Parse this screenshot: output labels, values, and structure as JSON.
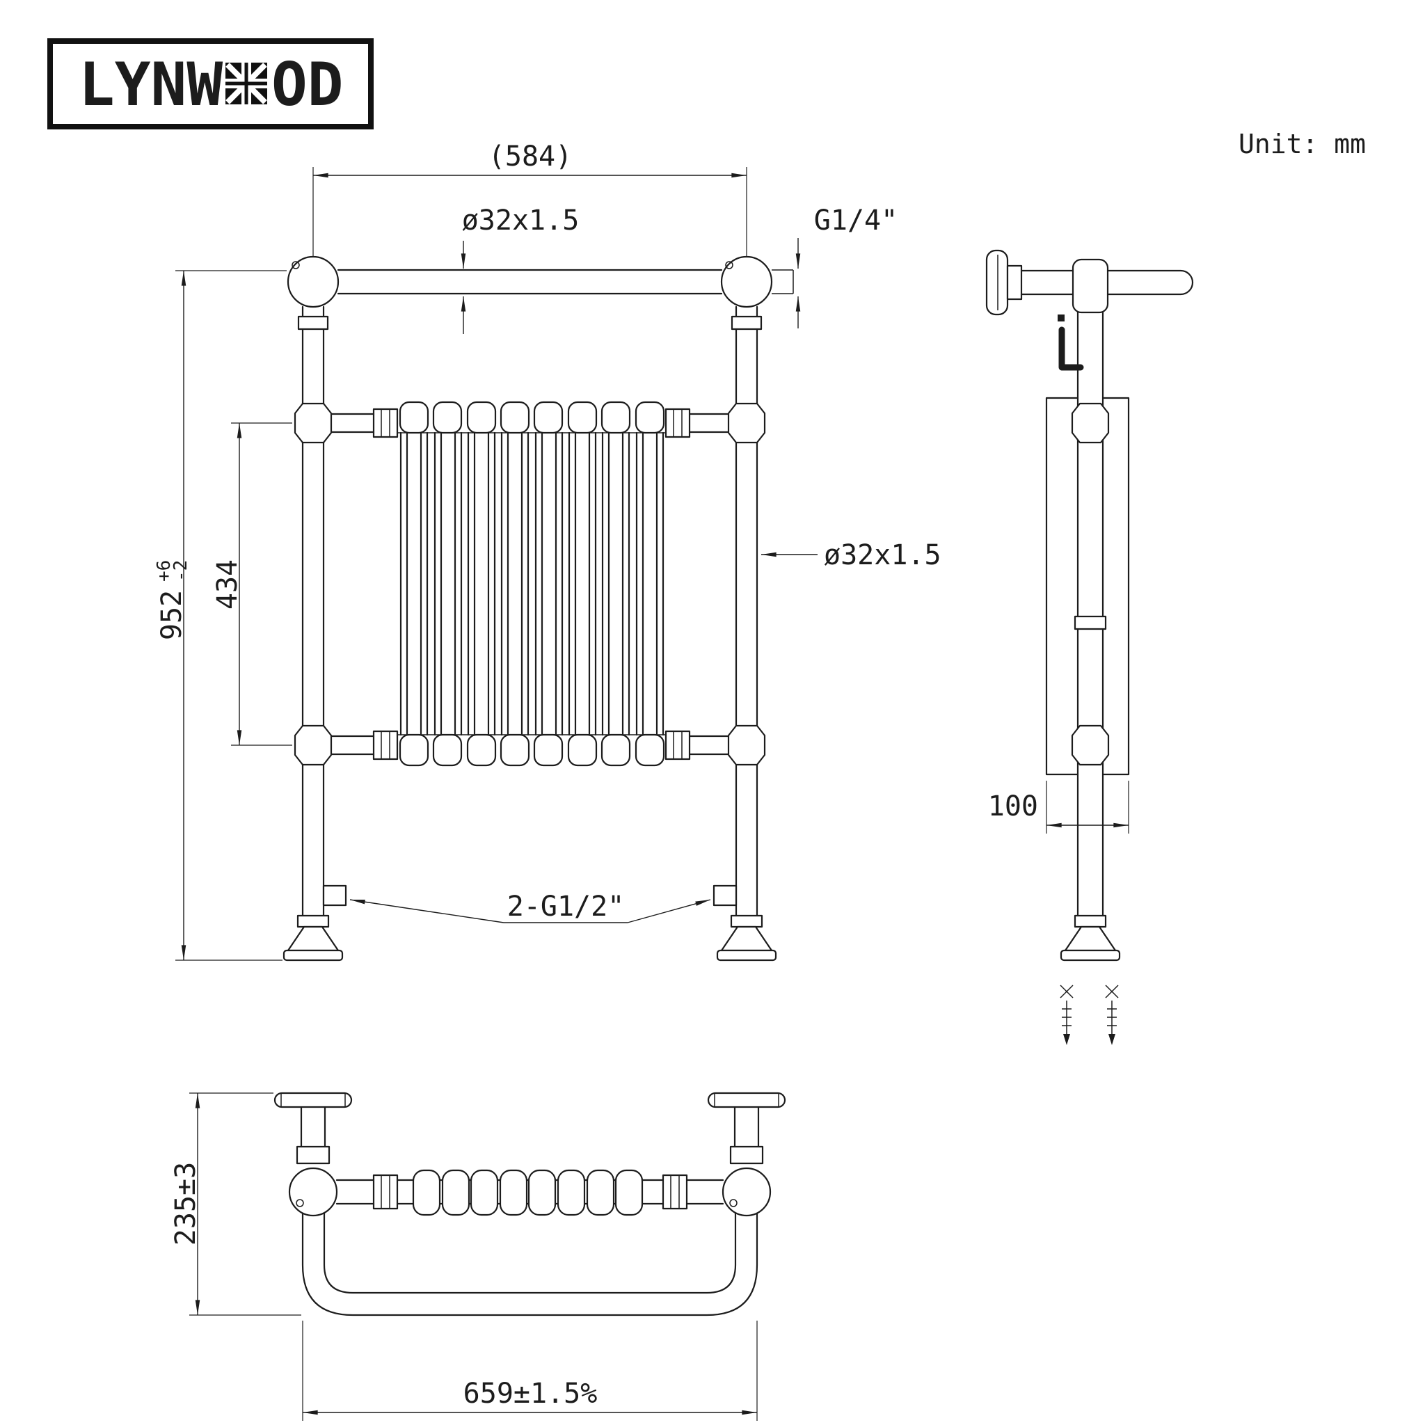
{
  "logo": {
    "left": "LYNW",
    "right": "OD"
  },
  "unit_label": "Unit: mm",
  "front_view": {
    "dim_width_top": "(584)",
    "dim_rail_size": "ø32x1.5",
    "dim_thread_top": "G1/4\"",
    "dim_height_main": "952",
    "dim_height_tol_upper": "+6",
    "dim_height_tol_lower": "-2",
    "dim_column_height": "434",
    "dim_post_size": "ø32x1.5",
    "dim_thread_bottom": "2-G1/2\""
  },
  "side_view": {
    "dim_depth": "100"
  },
  "bottom_view": {
    "dim_height": "235±3",
    "dim_width": "659±1.5%"
  }
}
